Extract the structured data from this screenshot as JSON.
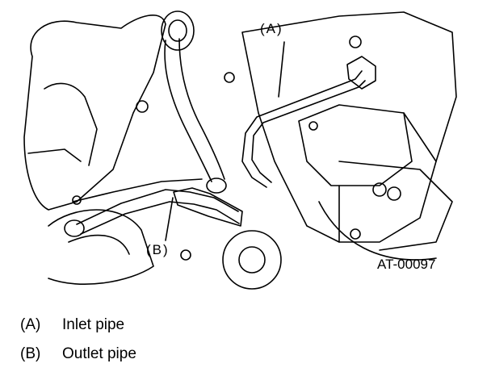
{
  "figure": {
    "callout_a": "(A)",
    "callout_b": "(B)",
    "code": "AT-00097"
  },
  "legend": [
    {
      "key": "(A)",
      "label": "Inlet pipe"
    },
    {
      "key": "(B)",
      "label": "Outlet pipe"
    }
  ]
}
